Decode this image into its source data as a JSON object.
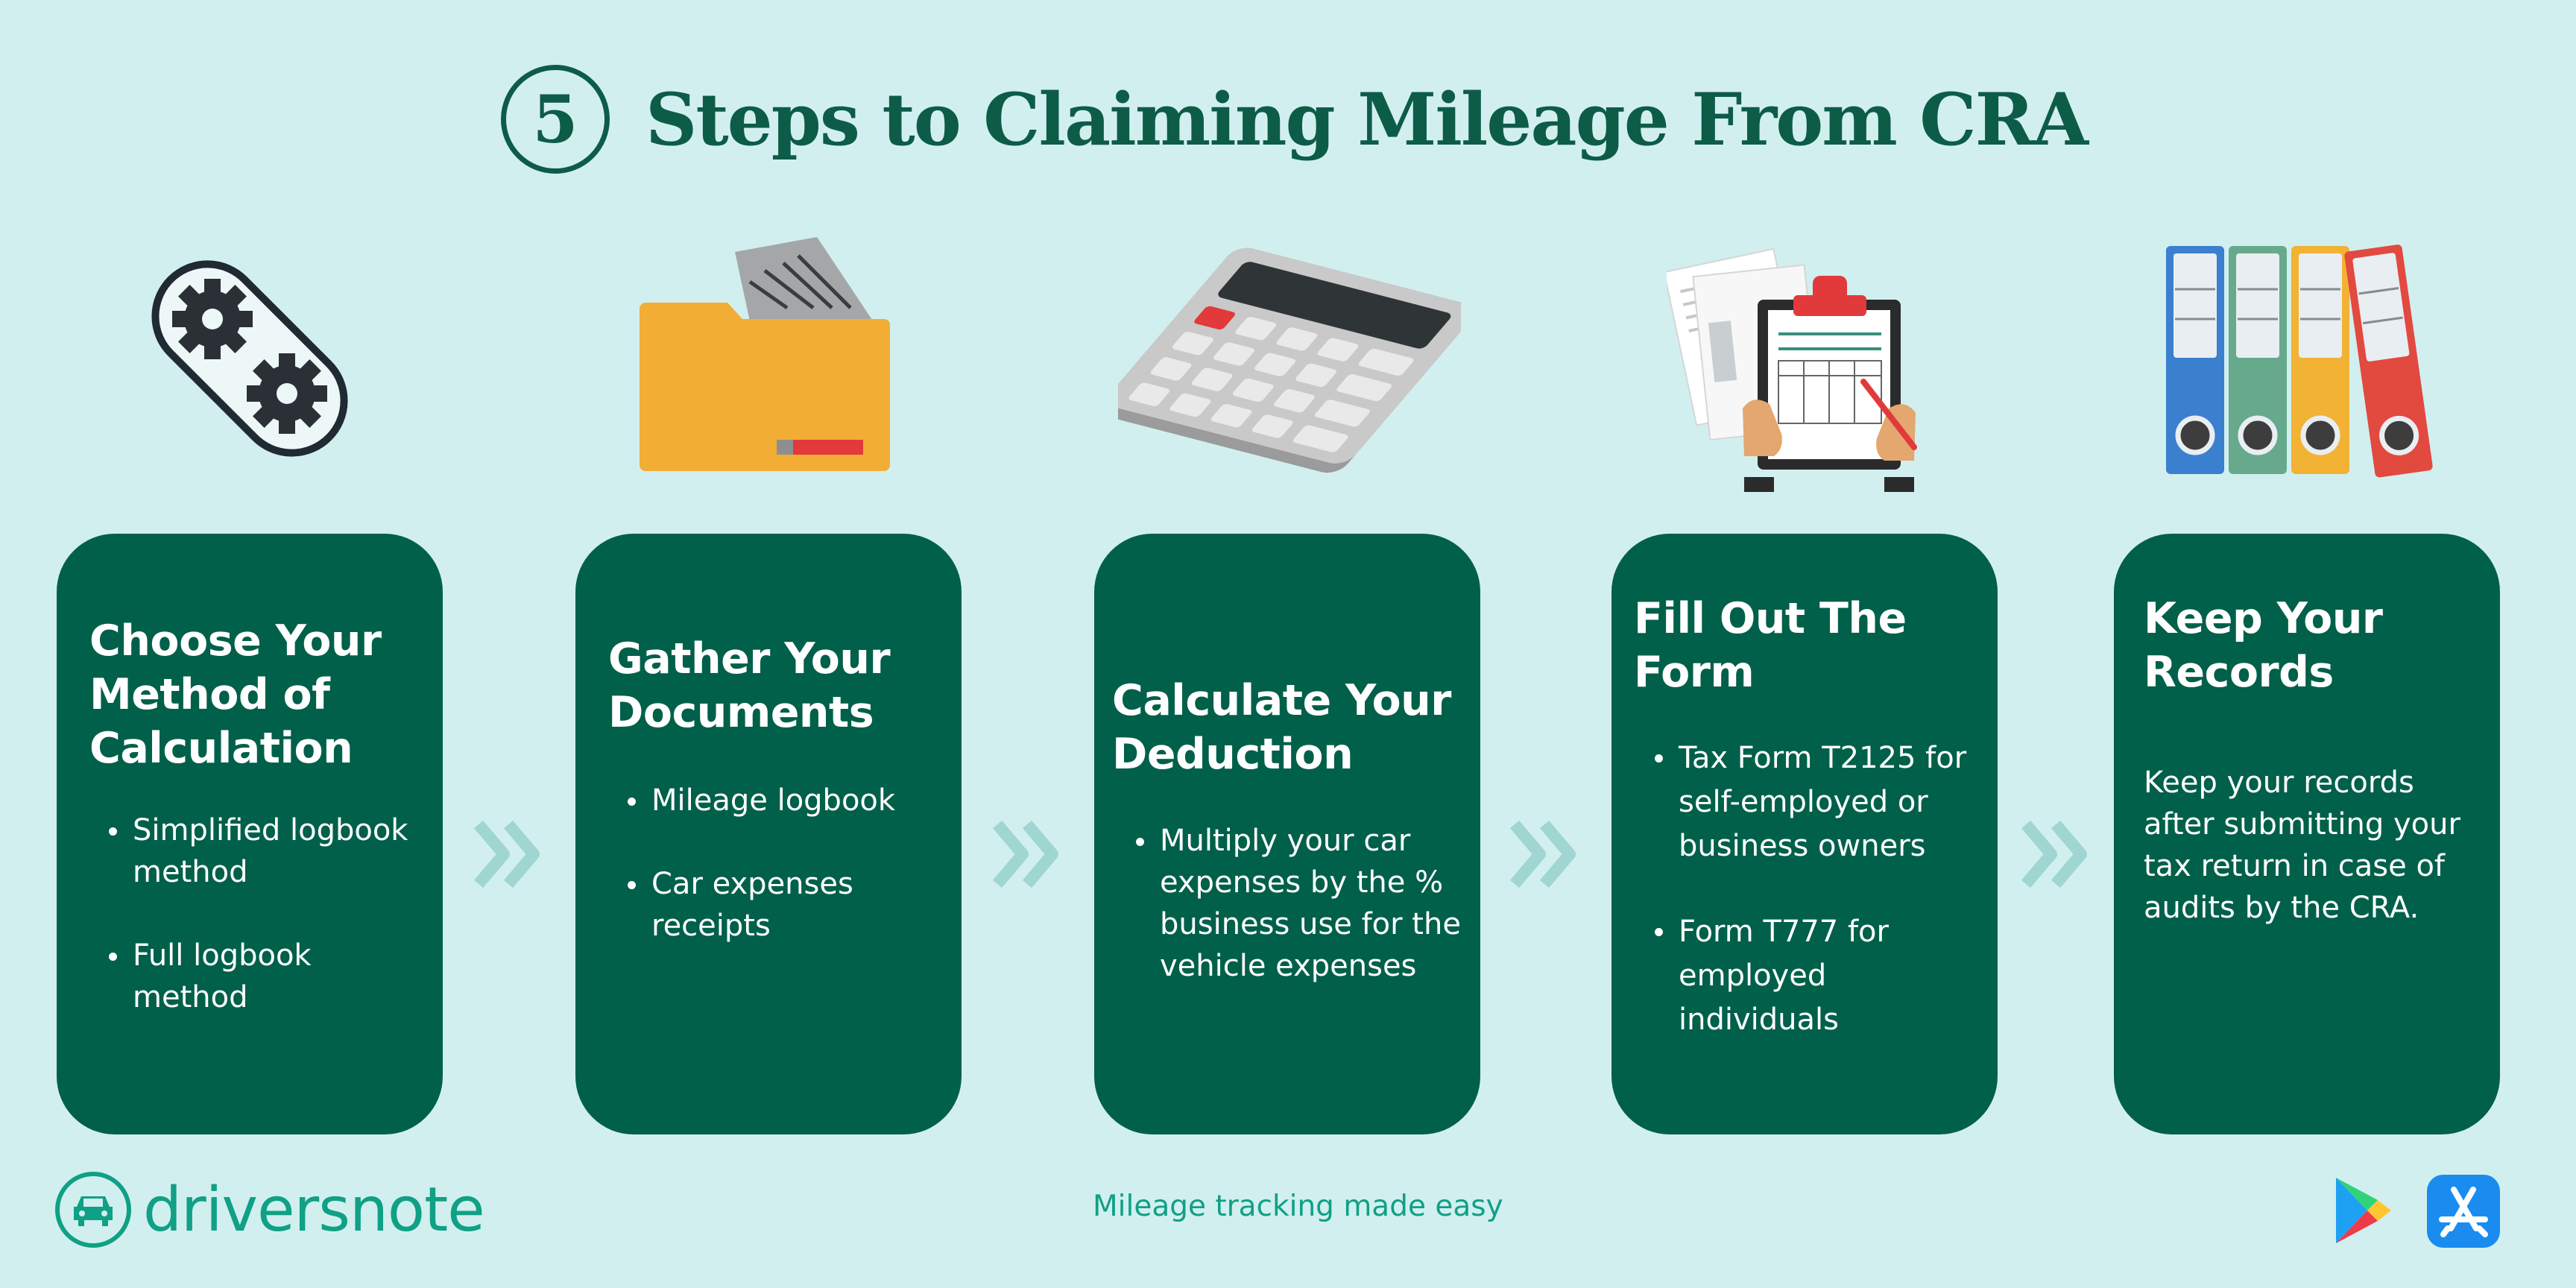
{
  "header": {
    "step_count": "5",
    "title": "Steps to Claiming Mileage From CRA"
  },
  "steps": [
    {
      "title": "Choose Your Method of Calculation",
      "bullets": [
        "Simplified logbook method",
        "Full logbook method"
      ],
      "icon": "gears-icon"
    },
    {
      "title": "Gather Your Documents",
      "bullets": [
        "Mileage logbook",
        "Car expenses receipts"
      ],
      "icon": "folder-icon"
    },
    {
      "title": "Calculate Your Deduction",
      "bullets": [
        "Multiply your car expenses by the % business use for the vehicle expenses"
      ],
      "icon": "calculator-icon"
    },
    {
      "title": "Fill Out The Form",
      "bullets": [
        "Tax Form T2125 for self-employed or business owners",
        "Form T777 for employed individuals"
      ],
      "icon": "clipboard-form-icon"
    },
    {
      "title": "Keep Your Records",
      "description": "Keep your records after submitting your tax return in case of audits by the CRA.",
      "icon": "binders-icon"
    }
  ],
  "footer": {
    "brand": "driversnote",
    "tagline": "Mileage tracking made easy",
    "store_icons": [
      "google-play-icon",
      "app-store-icon"
    ]
  },
  "colors": {
    "background": "#d2efef",
    "card": "#00604a",
    "title": "#0d5c47",
    "brand": "#10a085",
    "chevron": "#9fd6d1"
  }
}
